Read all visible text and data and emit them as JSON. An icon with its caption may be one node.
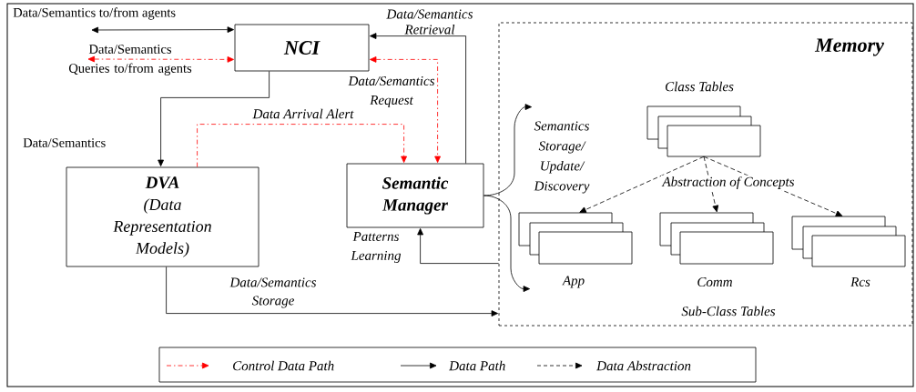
{
  "diagram": {
    "nodes": [
      {
        "text": [
          "NCI"
        ]
      },
      {
        "text": [
          "DVA",
          "(Data Representation Models)"
        ]
      },
      {
        "text": [
          "Semantic Manager"
        ]
      },
      {
        "text": [
          "Memory"
        ]
      },
      {
        "text": [],
        "shape": "box",
        "in": 3,
        "beside": [
          "Class Tables"
        ]
      },
      {
        "text": [],
        "shape": "box",
        "in": 3,
        "beside": [
          "App"
        ]
      },
      {
        "text": [],
        "shape": "box",
        "in": 3,
        "beside": [
          "Comm"
        ]
      },
      {
        "text": [],
        "shape": "box",
        "in": 3,
        "beside": [
          "Rcs"
        ]
      }
    ],
    "edges": [
      {
        "from": null,
        "to": 0,
        "arrow": "both",
        "label": "Data/Semantics to/from agents"
      },
      {
        "from": null,
        "to": 0,
        "arrow": "both",
        "label": "Data/Semantics Queries to/from agents",
        "style": "dashed",
        "color": "#ff0000"
      },
      {
        "from": 0,
        "to": 1,
        "arrow": "to",
        "label": "Data/Semantics"
      },
      {
        "from": 1,
        "to": 2,
        "arrow": "to",
        "label": "Data Arrival Alert",
        "style": "dashed",
        "color": "#ff0000"
      },
      {
        "from": 0,
        "to": 2,
        "arrow": "both",
        "label": "Data/Semantics Request",
        "style": "dashed",
        "color": "#ff0000"
      },
      {
        "from": 2,
        "to": 0,
        "arrow": "to",
        "label": "Data/Semantics Retrieval"
      },
      {
        "from": 2,
        "to": 3,
        "arrow": "to",
        "label": "Semantics Storage/ Update/ Discovery"
      },
      {
        "from": 2,
        "to": 3,
        "arrow": "to"
      },
      {
        "from": 3,
        "to": 2,
        "arrow": "to",
        "label": "Patterns Learning"
      },
      {
        "from": 1,
        "to": 3,
        "arrow": "to",
        "label": "Data/Semantics Storage"
      },
      {
        "from": 4,
        "to": 5,
        "arrow": "to",
        "style": "dashed"
      },
      {
        "from": 4,
        "to": 6,
        "arrow": "to",
        "style": "dashed",
        "label": "Abstraction of Concepts"
      },
      {
        "from": 4,
        "to": 7,
        "arrow": "to",
        "style": "dashed"
      }
    ],
    "labels": [
      "Sub-Class Tables"
    ],
    "legend": [
      {
        "text": "Control Data Path"
      },
      {
        "text": "Data Path"
      },
      {
        "text": "Data Abstraction"
      }
    ]
  }
}
